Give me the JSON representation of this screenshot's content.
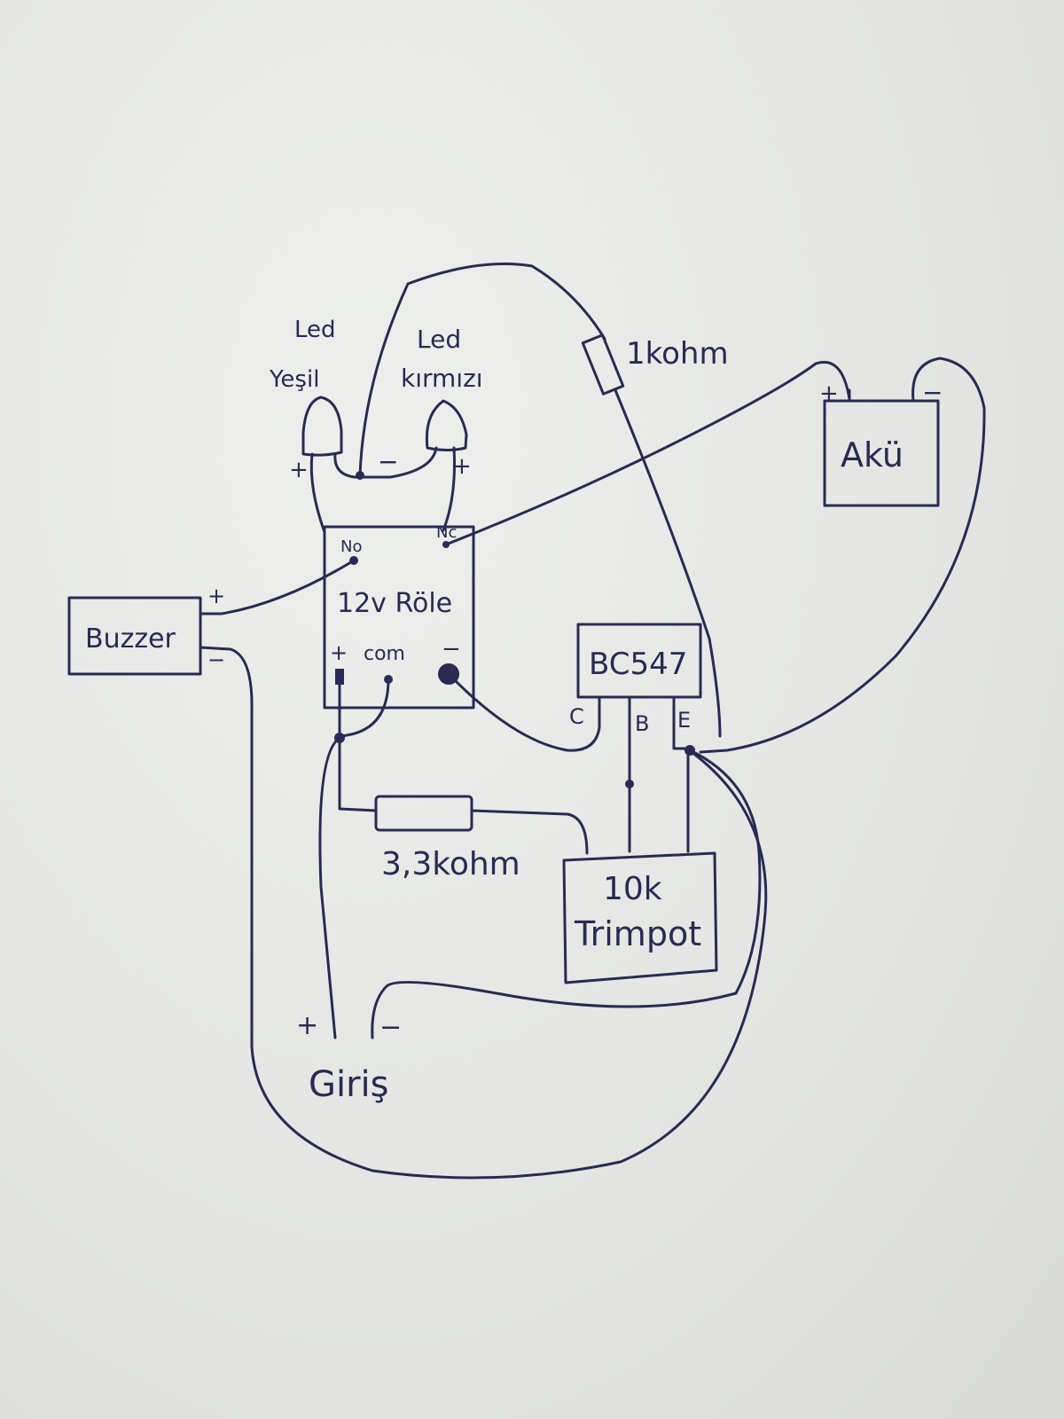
{
  "labels": {
    "led_green": [
      "Led",
      "Yeşil"
    ],
    "led_red": [
      "Led",
      "kırmızı"
    ],
    "resistor_1k": "1kohm",
    "battery": "Akü",
    "relay": "12v Röle",
    "relay_no": "No",
    "relay_nc": "Nc",
    "relay_plus": "+",
    "relay_com": "com",
    "relay_minus": "−",
    "buzzer": "Buzzer",
    "transistor": "BC547",
    "pin_c": "C",
    "pin_b": "B",
    "pin_e": "E",
    "resistor_3k3": "3,3kohm",
    "trimpot": [
      "10k",
      "Trimpot"
    ],
    "input": "Giriş",
    "plus": "+",
    "minus": "−"
  },
  "colors": {
    "ink": "#2a2a52",
    "paper": "#e6e7e4"
  }
}
